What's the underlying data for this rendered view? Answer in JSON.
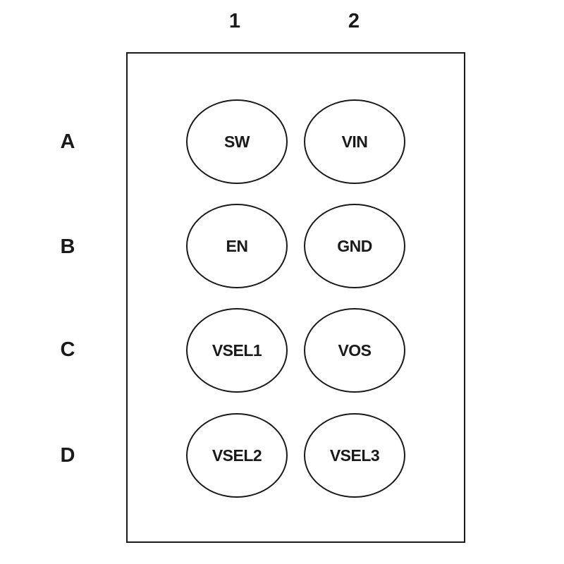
{
  "columns": [
    "1",
    "2"
  ],
  "rows": [
    "A",
    "B",
    "C",
    "D"
  ],
  "pins": [
    {
      "row": "A",
      "col": "1",
      "name": "SW"
    },
    {
      "row": "A",
      "col": "2",
      "name": "VIN"
    },
    {
      "row": "B",
      "col": "1",
      "name": "EN"
    },
    {
      "row": "B",
      "col": "2",
      "name": "GND"
    },
    {
      "row": "C",
      "col": "1",
      "name": "VSEL1"
    },
    {
      "row": "C",
      "col": "2",
      "name": "VOS"
    },
    {
      "row": "D",
      "col": "1",
      "name": "VSEL2"
    },
    {
      "row": "D",
      "col": "2",
      "name": "VSEL3"
    }
  ]
}
